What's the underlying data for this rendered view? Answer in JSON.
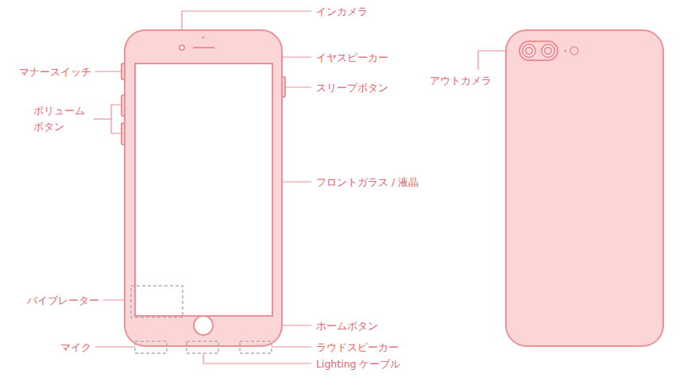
{
  "diagram": {
    "labels": [
      "インカメラ",
      "イヤスピーカー",
      "マナースイッチ",
      "スリープボタン",
      "ボリューム ボタン",
      "アウトカメラ",
      "フロントガラス / 液晶",
      "バイブレーター",
      "ホームボタン",
      "マイク",
      "ラウドスピーカー",
      "Lighting ケーブル"
    ]
  }
}
